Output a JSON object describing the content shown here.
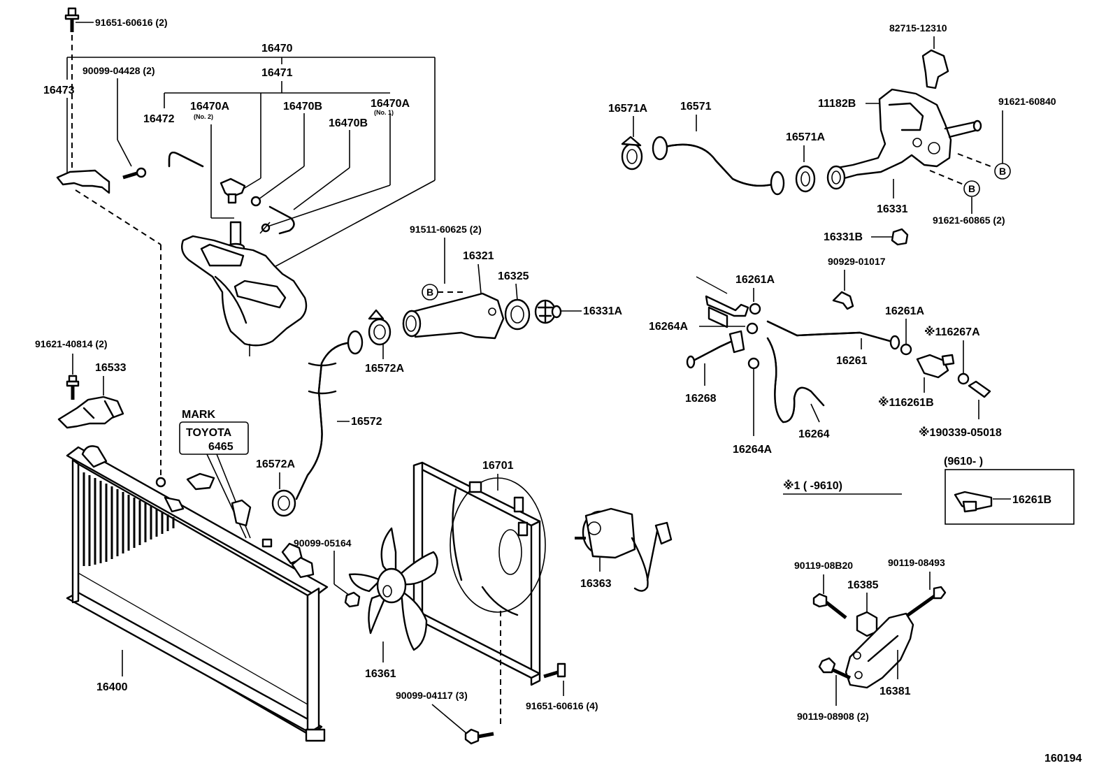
{
  "diagram": {
    "labels": {
      "p_91651_60616_top": "91651-60616 (2)",
      "p_16470": "16470",
      "p_16471": "16471",
      "p_90099_04428": "90099-04428 (2)",
      "p_16473": "16473",
      "p_16470A_no2": "16470A",
      "no2": "(No. 2)",
      "p_16470B_a": "16470B",
      "p_16470A_no1": "16470A",
      "no1": "(No. 1)",
      "p_16472": "16472",
      "p_16470B_b": "16470B",
      "p_91511_60625": "91511-60625 (2)",
      "p_16321": "16321",
      "p_16325": "16325",
      "p_16331A": "16331A",
      "p_16572A_a": "16572A",
      "p_16572": "16572",
      "p_16572A_b": "16572A",
      "p_91621_40814": "91621-40814 (2)",
      "p_16533": "16533",
      "mark_title": "MARK",
      "mark_toyota": "TOYOTA",
      "mark_num": "6465",
      "p_16400": "16400",
      "p_90099_05164": "90099-05164",
      "p_16701": "16701",
      "p_16361": "16361",
      "p_16363": "16363",
      "p_90099_04117": "90099-04117 (3)",
      "p_91651_60616_bot": "91651-60616 (4)",
      "p_82715_12310": "82715-12310",
      "p_16571A_a": "16571A",
      "p_16571": "16571",
      "p_11182B": "11182B",
      "p_91621_60840": "91621-60840",
      "p_16571A_b": "16571A",
      "p_16331": "16331",
      "p_91621_60865": "91621-60865 (2)",
      "p_16331B": "16331B",
      "p_90929_01017": "90929-01017",
      "p_16261A_a": "16261A",
      "p_16264A_a": "16264A",
      "p_16261A_b": "16261A",
      "p_116267A": "※116267A",
      "p_16268": "16268",
      "p_16261": "16261",
      "p_116261B": "※116261B",
      "p_16264": "16264",
      "p_190339": "※190339-05018",
      "p_16264A_b": "16264A",
      "note1": "※1 (      -9610)",
      "inset_title": "(9610-      )",
      "p_16261B": "16261B",
      "p_90119_08B20": "90119-08B20",
      "p_90119_08493": "90119-08493",
      "p_16385": "16385",
      "p_16381": "16381",
      "p_90119_08908": "90119-08908 (2)",
      "ref_B": "B",
      "diagram_id": "160194"
    }
  }
}
